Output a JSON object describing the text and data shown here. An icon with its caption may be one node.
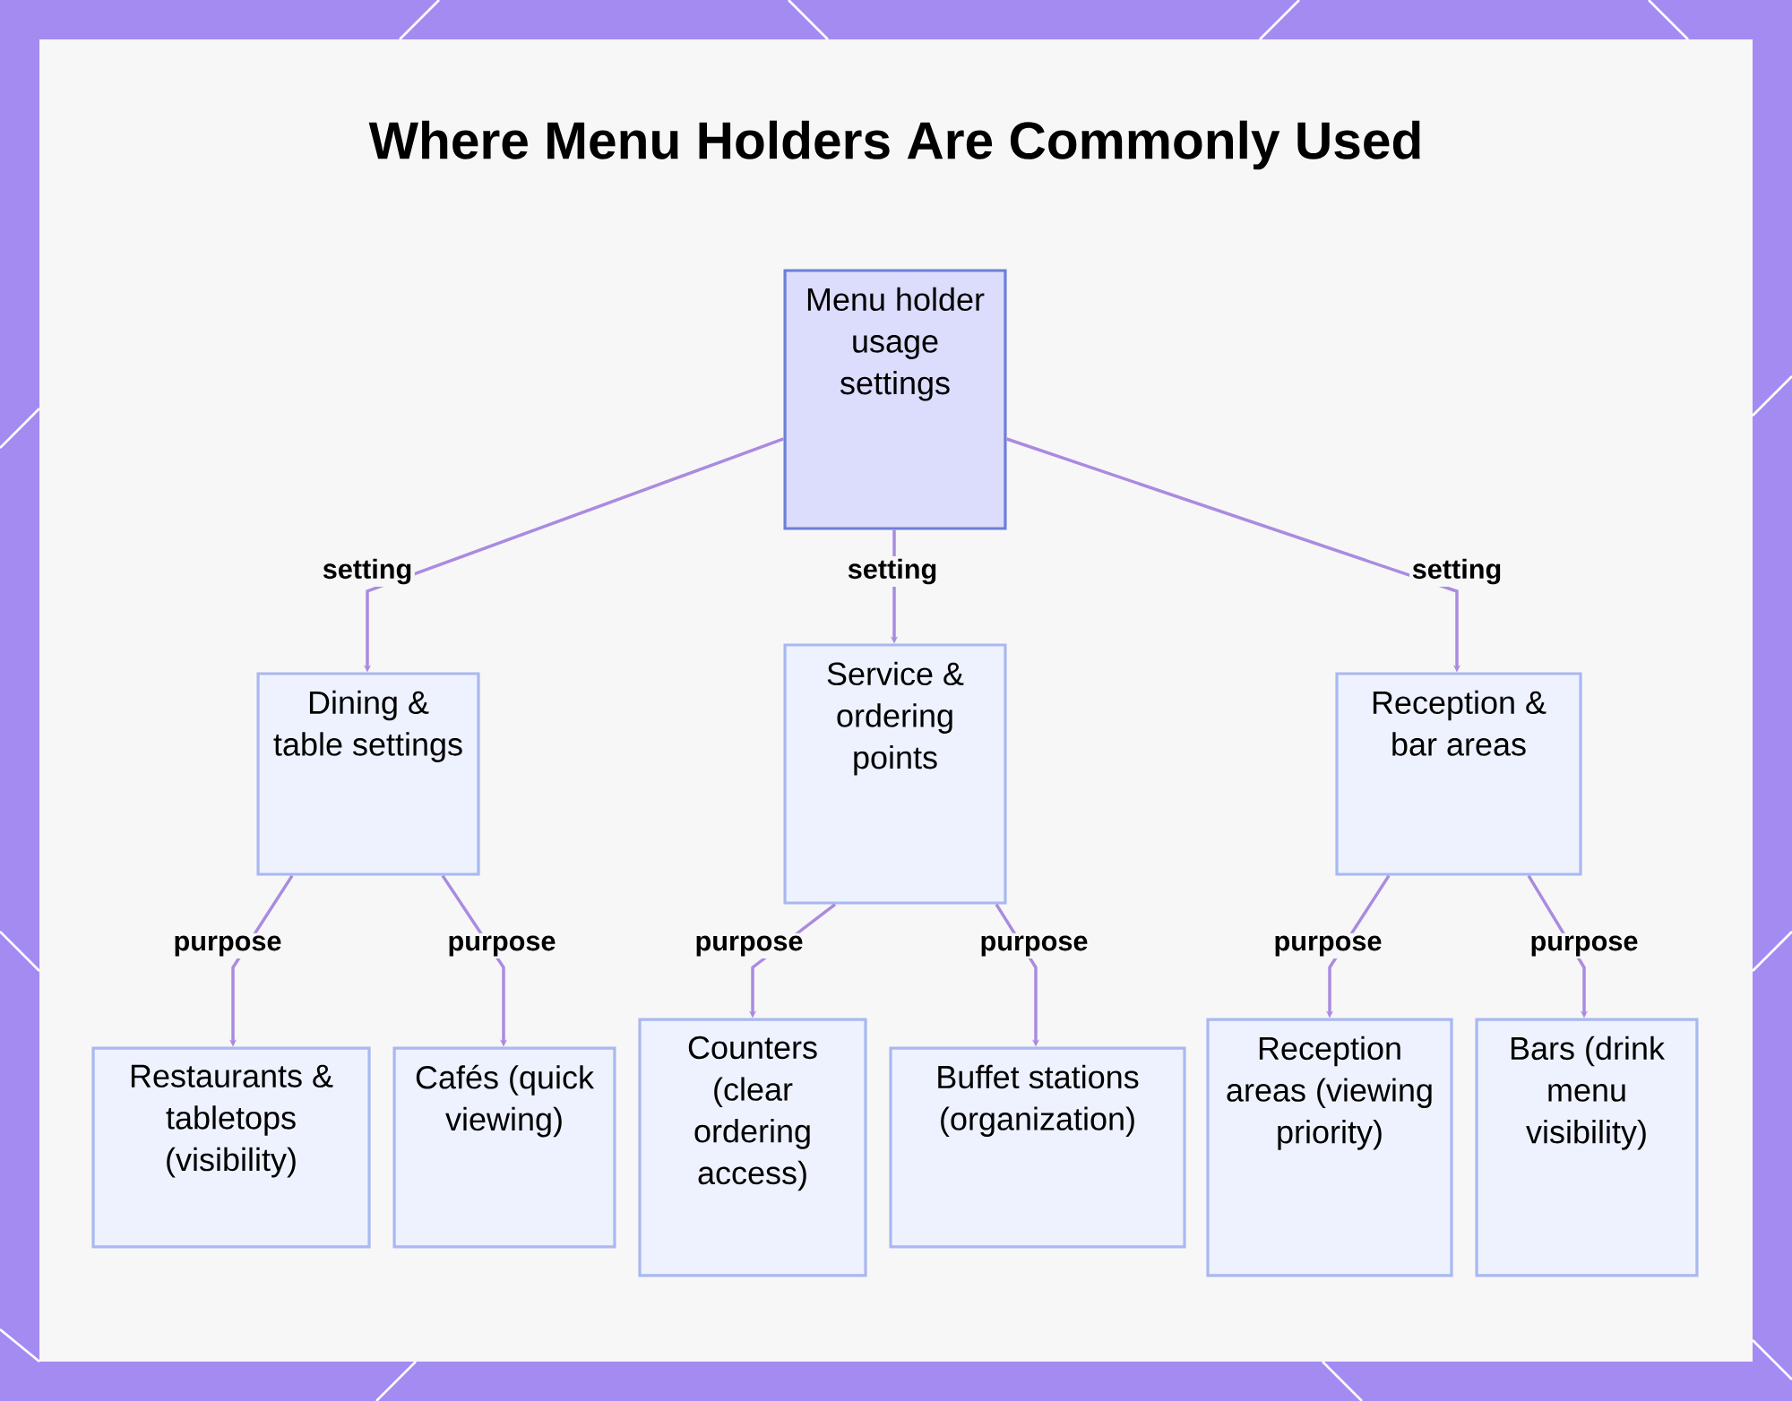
{
  "diagram": {
    "title": "Where Menu Holders Are Commonly Used",
    "nodes": [
      {
        "text": [
          "Menu holder usage settings"
        ]
      },
      {
        "text": [
          "Dining & table settings"
        ]
      },
      {
        "text": [
          "Service & ordering points"
        ]
      },
      {
        "text": [
          "Reception & bar areas"
        ]
      },
      {
        "text": [
          "Restaurants & tabletops (visibility)"
        ]
      },
      {
        "text": [
          "Cafés (quick viewing)"
        ]
      },
      {
        "text": [
          "Counters (clear ordering access)"
        ]
      },
      {
        "text": [
          "Buffet stations (organization)"
        ]
      },
      {
        "text": [
          "Reception areas (viewing priority)"
        ]
      },
      {
        "text": [
          "Bars (drink menu visibility)"
        ]
      }
    ],
    "edges": [
      {
        "from": 0,
        "to": 1,
        "arrow": "to",
        "label": "setting"
      },
      {
        "from": 0,
        "to": 2,
        "arrow": "to",
        "label": "setting"
      },
      {
        "from": 0,
        "to": 3,
        "arrow": "to",
        "label": "setting"
      },
      {
        "from": 1,
        "to": 4,
        "arrow": "to",
        "label": "purpose"
      },
      {
        "from": 1,
        "to": 5,
        "arrow": "to",
        "label": "purpose"
      },
      {
        "from": 2,
        "to": 6,
        "arrow": "to",
        "label": "purpose"
      },
      {
        "from": 2,
        "to": 7,
        "arrow": "to",
        "label": "purpose"
      },
      {
        "from": 3,
        "to": 8,
        "arrow": "to",
        "label": "purpose"
      },
      {
        "from": 3,
        "to": 9,
        "arrow": "to",
        "label": "purpose"
      }
    ]
  }
}
